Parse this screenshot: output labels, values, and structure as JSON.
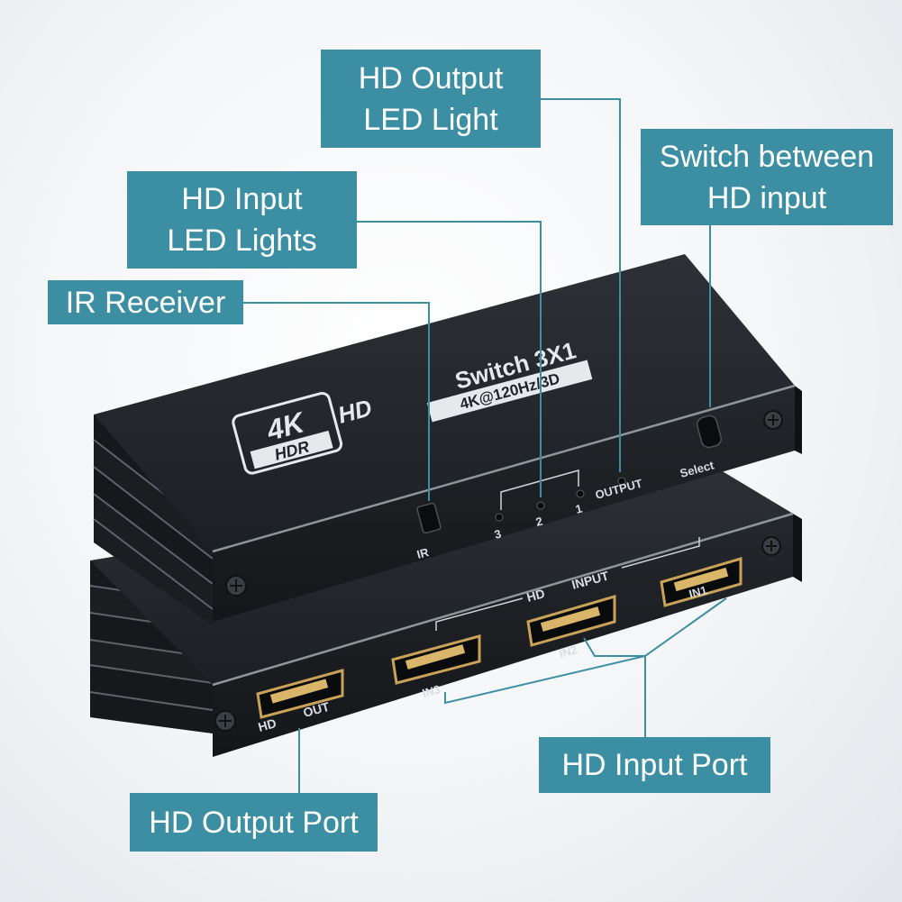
{
  "callouts": {
    "hd_output_led": {
      "line1": "HD Output",
      "line2": "LED Light"
    },
    "switch_input": {
      "line1": "Switch between",
      "line2": "HD input"
    },
    "hd_input_leds": {
      "line1": "HD Input",
      "line2": "LED Lights"
    },
    "ir_receiver": {
      "text": "IR Receiver"
    },
    "hd_input_port": {
      "text": "HD Input Port"
    },
    "hd_output_port": {
      "text": "HD Output Port"
    }
  },
  "device_top": {
    "badge_4k": "4K",
    "badge_hdr": "HDR",
    "brand_hd": "HD",
    "model": "Switch 3X1",
    "spec": "4K@120Hz/3D",
    "ir_label": "IR",
    "led_labels": [
      "3",
      "2",
      "1"
    ],
    "output_label": "OUTPUT",
    "select_label": "Select"
  },
  "device_bottom": {
    "out_hd": "HD",
    "out_label": "OUT",
    "input_hd": "HD",
    "input_label": "INPUT",
    "ports": [
      "IN3",
      "IN2",
      "IN1"
    ]
  },
  "colors": {
    "callout": "#3c8fa3",
    "leader": "#3c8fa3",
    "device_body": "#1f2226",
    "device_face": "#2b2f34",
    "device_text": "#d9dde2"
  }
}
